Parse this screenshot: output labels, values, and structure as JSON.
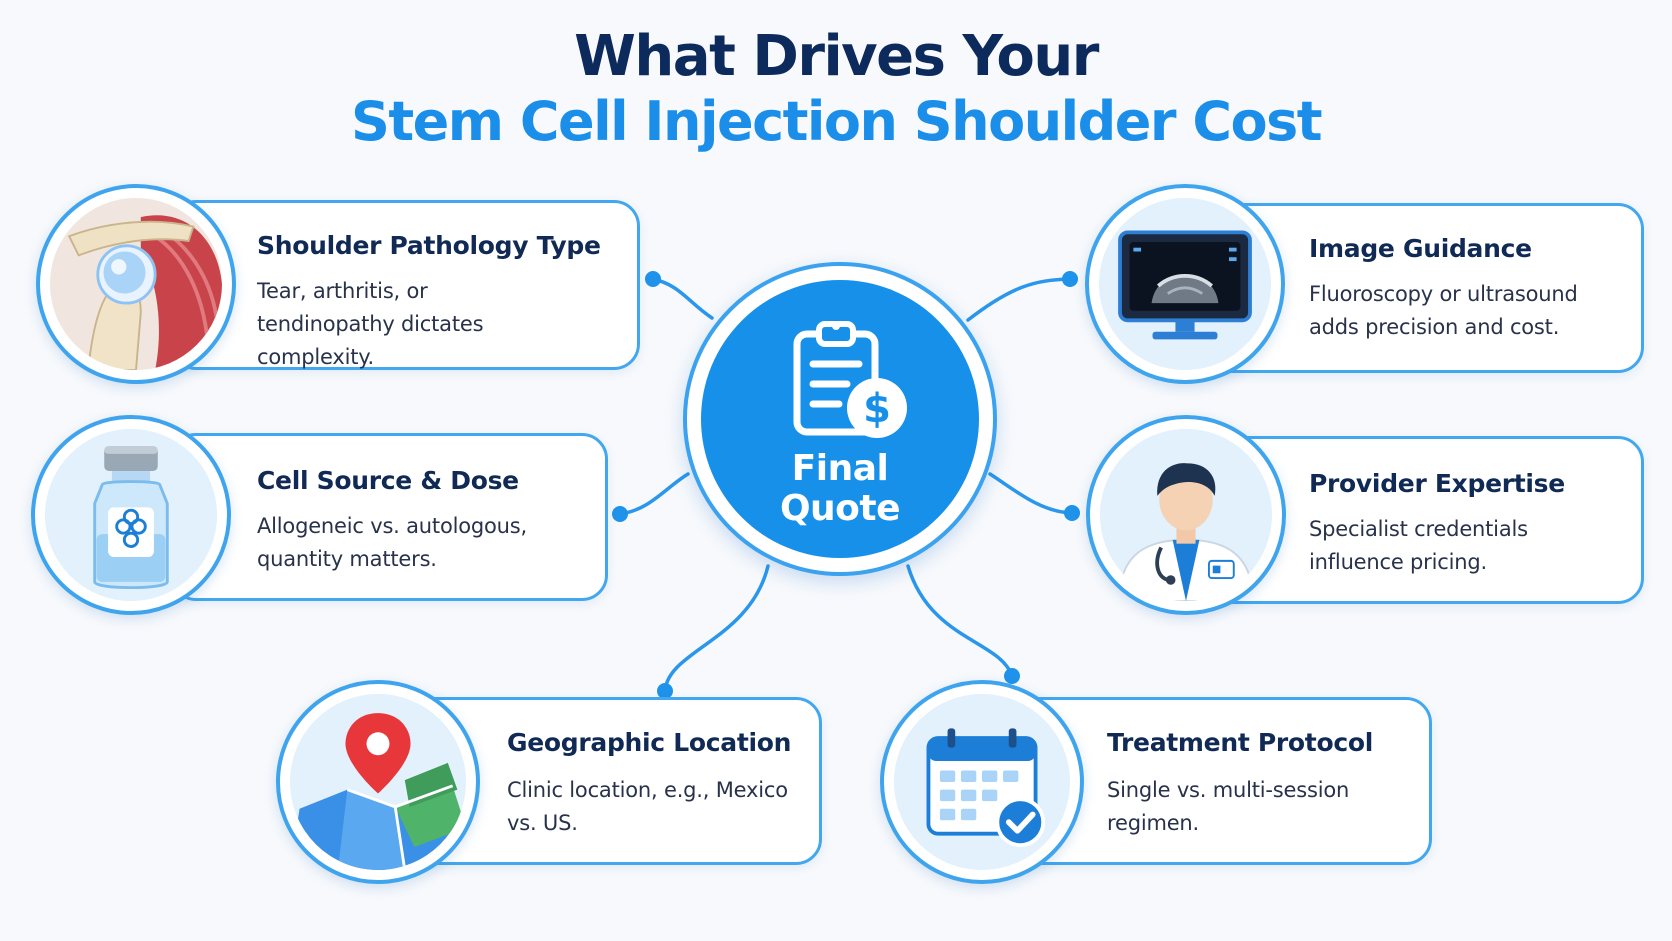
{
  "title": {
    "line1": "What Drives Your",
    "line2": "Stem Cell Injection Shoulder Cost"
  },
  "center": {
    "line1": "Final",
    "line2": "Quote",
    "icon": "clipboard-dollar-icon"
  },
  "factors": [
    {
      "id": "shoulder-pathology",
      "title": "Shoulder Pathology Type",
      "description": "Tear, arthritis, or tendinopathy dictates complexity.",
      "icon": "shoulder-joint-icon"
    },
    {
      "id": "cell-source",
      "title": "Cell Source & Dose",
      "description": "Allogeneic vs. autologous, quantity matters.",
      "icon": "vial-icon"
    },
    {
      "id": "geographic-location",
      "title": "Geographic Location",
      "description": "Clinic location, e.g., Mexico vs. US.",
      "icon": "map-pin-icon"
    },
    {
      "id": "image-guidance",
      "title": "Image Guidance",
      "description": "Fluoroscopy or ultrasound adds precision and cost.",
      "icon": "ultrasound-monitor-icon"
    },
    {
      "id": "provider-expertise",
      "title": "Provider Expertise",
      "description": "Specialist credentials influence pricing.",
      "icon": "doctor-icon"
    },
    {
      "id": "treatment-protocol",
      "title": "Treatment Protocol",
      "description": "Single vs. multi-session regimen.",
      "icon": "calendar-check-icon"
    }
  ],
  "colors": {
    "title_dark": "#0d2a5c",
    "title_accent": "#1a8ee8",
    "card_border": "#43a7ef",
    "center_fill": "#1790ea"
  }
}
